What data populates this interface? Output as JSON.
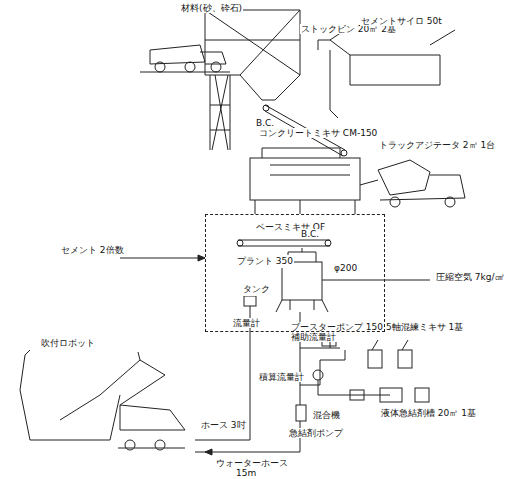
{
  "diagram": {
    "nodes": [
      {
        "text": [
          "プラント 350"
        ]
      },
      {
        "text": [
          "タンク"
        ],
        "in": 0
      }
    ],
    "labels": [
      "材料(砂、砕石)",
      "ストックビン 20㎥ 2基",
      "B.C.",
      "セメントサイロ 50t",
      "コンクリートミキサ CM-150",
      "トラックアジテータ 2㎥ 1台",
      "ベースミキサ QF",
      "B.C.",
      "セメント 2倍数",
      "φ200",
      "圧縮空気 7kg/㎠",
      "ブースターポンプ 150 5軸混練ミキサ 1基",
      "流量計",
      "吹付ロボット",
      "補助流量計",
      "積算流量計",
      "ホース 3吋",
      "混合機",
      "急結剤ポンプ",
      "液体急結剤槽 20㎥ 1基",
      "ウォーターホース",
      "15m"
    ]
  }
}
